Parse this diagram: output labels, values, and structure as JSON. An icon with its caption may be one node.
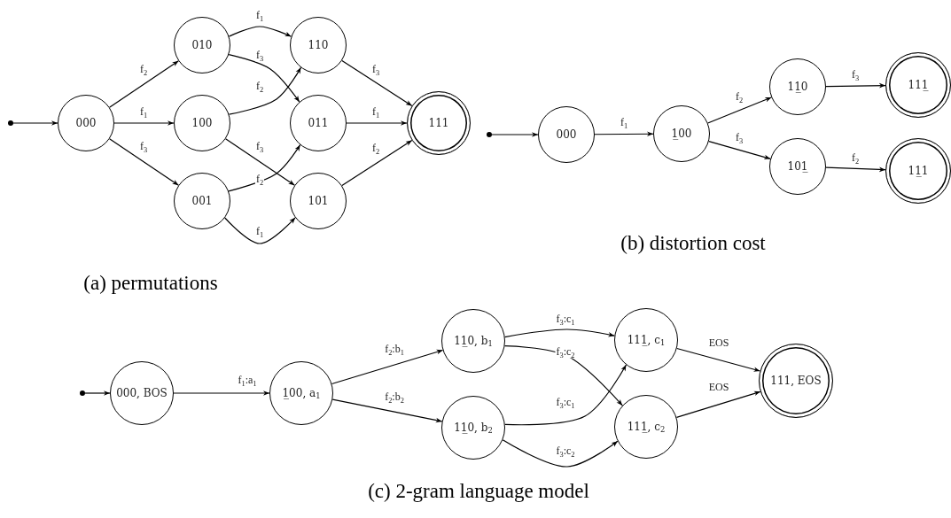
{
  "diagram": {
    "nodes": [
      {
        "text": [],
        "shape": "circle"
      },
      {
        "text": [
          "000"
        ]
      },
      {
        "text": [
          "010"
        ]
      },
      {
        "text": [
          "100"
        ]
      },
      {
        "text": [
          "001"
        ]
      },
      {
        "text": [
          "110"
        ]
      },
      {
        "text": [
          "011"
        ]
      },
      {
        "text": [
          "101"
        ]
      },
      {
        "text": [
          "111"
        ]
      },
      {
        "text": [],
        "shape": "circle"
      },
      {
        "text": [
          "000"
        ]
      },
      {
        "text": [
          "1̲00"
        ]
      },
      {
        "text": [
          "11̲0"
        ]
      },
      {
        "text": [
          "101̲"
        ]
      },
      {
        "text": [
          "111̲"
        ]
      },
      {
        "text": [
          "11̲1"
        ]
      },
      {
        "text": [],
        "shape": "circle"
      },
      {
        "text": [
          "000, BOS"
        ]
      },
      {
        "text": [
          "1̲00, a$_{1}$"
        ]
      },
      {
        "text": [
          "11̲0, b$_{1}$"
        ]
      },
      {
        "text": [
          "11̲0, b$_{2}$"
        ]
      },
      {
        "text": [
          "111̲, c$_{1}$"
        ]
      },
      {
        "text": [
          "111̲, c$_{2}$"
        ]
      },
      {
        "text": [
          "111, EOS"
        ]
      }
    ],
    "edges": [
      {
        "from": 0,
        "to": 1,
        "arrow": "to"
      },
      {
        "from": 1,
        "to": 2,
        "arrow": "to",
        "label": "f$_{2}$"
      },
      {
        "from": 1,
        "to": 3,
        "arrow": "to",
        "label": "f$_{1}$"
      },
      {
        "from": 1,
        "to": 4,
        "arrow": "to",
        "label": "f$_{3}$"
      },
      {
        "from": 2,
        "to": 5,
        "arrow": "to",
        "label": "f$_{1}$"
      },
      {
        "from": 2,
        "to": 6,
        "arrow": "to",
        "label": "f$_{3}$"
      },
      {
        "from": 3,
        "to": 5,
        "arrow": "to",
        "label": "f$_{2}$"
      },
      {
        "from": 3,
        "to": 7,
        "arrow": "to",
        "label": "f$_{3}$"
      },
      {
        "from": 4,
        "to": 6,
        "arrow": "to",
        "label": "f$_{2}$"
      },
      {
        "from": 4,
        "to": 7,
        "arrow": "to",
        "label": "f$_{1}$"
      },
      {
        "from": 5,
        "to": 8,
        "arrow": "to",
        "label": "f$_{3}$"
      },
      {
        "from": 6,
        "to": 8,
        "arrow": "to",
        "label": "f$_{1}$"
      },
      {
        "from": 7,
        "to": 8,
        "arrow": "to",
        "label": "f$_{2}$"
      },
      {
        "from": 9,
        "to": 10,
        "arrow": "to"
      },
      {
        "from": 10,
        "to": 11,
        "arrow": "to",
        "label": "f$_{1}$"
      },
      {
        "from": 11,
        "to": 12,
        "arrow": "to",
        "label": "f$_{2}$"
      },
      {
        "from": 11,
        "to": 13,
        "arrow": "to",
        "label": "f$_{3}$"
      },
      {
        "from": 12,
        "to": 14,
        "arrow": "to",
        "label": "f$_{3}$"
      },
      {
        "from": 13,
        "to": 15,
        "arrow": "to",
        "label": "f$_{2}$"
      },
      {
        "from": 16,
        "to": 17,
        "arrow": "to"
      },
      {
        "from": 17,
        "to": 18,
        "arrow": "to",
        "label": "f$_{1}$:a$_{1}$"
      },
      {
        "from": 18,
        "to": 19,
        "arrow": "to",
        "label": "f$_{2}$:b$_{1}$"
      },
      {
        "from": 18,
        "to": 20,
        "arrow": "to",
        "label": "f$_{2}$:b$_{2}$"
      },
      {
        "from": 19,
        "to": 21,
        "arrow": "to",
        "label": "f$_{3}$:c$_{1}$"
      },
      {
        "from": 19,
        "to": 22,
        "arrow": "to",
        "label": "f$_{3}$:c$_{2}$"
      },
      {
        "from": 20,
        "to": 21,
        "arrow": "to",
        "label": "f$_{3}$:c$_{1}$"
      },
      {
        "from": 20,
        "to": 22,
        "arrow": "to",
        "label": "f$_{3}$:c$_{2}$"
      },
      {
        "from": 21,
        "to": 23,
        "arrow": "to",
        "label": "EOS"
      },
      {
        "from": 22,
        "to": 23,
        "arrow": "to",
        "label": "EOS"
      }
    ],
    "labels": [
      "(a) permutations",
      "(b) distortion cost",
      "(c) 2-gram language model"
    ]
  }
}
